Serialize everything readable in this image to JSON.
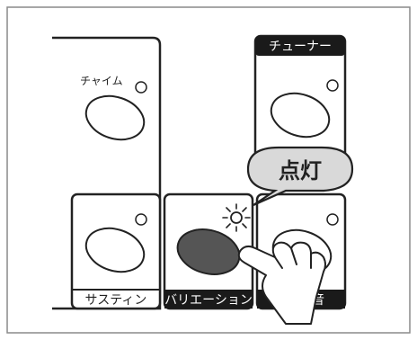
{
  "colors": {
    "frame": "#8a8a8a",
    "line": "#222222",
    "tab_dark": "#1a1a1a",
    "tab_light": "#ffffff",
    "pressed_button": "#555555",
    "callout_fill": "#d9d9d9",
    "background": "#ffffff"
  },
  "panels": {
    "chime": {
      "label": "チャイム"
    },
    "tuner": {
      "label": "チューナー"
    },
    "sustain": {
      "label": "サスティン"
    },
    "variation": {
      "label": "バリエーション"
    },
    "fourth": {
      "label": "音"
    }
  },
  "callout": {
    "label": "点灯"
  },
  "icons": [
    "indicator-lamp-icon",
    "light-rays-icon",
    "pointing-hand-icon"
  ]
}
